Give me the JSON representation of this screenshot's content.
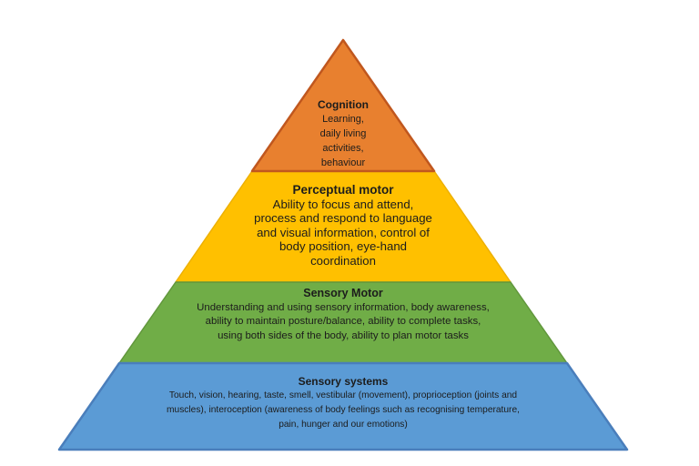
{
  "diagram": {
    "type": "pyramid",
    "background_color": "#ffffff",
    "text_color": "#1c1c1c",
    "levels": [
      {
        "id": "cognition",
        "title": "Cognition",
        "description": "Learning,\ndaily living\nactivities,\nbehaviour",
        "fill": "#E8802F",
        "stroke": "#C0571E"
      },
      {
        "id": "perceptual-motor",
        "title": "Perceptual motor",
        "description": "Ability to focus and attend,\nprocess and respond to language\nand visual information, control of\nbody position, eye-hand\ncoordination",
        "fill": "#FFC000",
        "stroke": "#EDB000"
      },
      {
        "id": "sensory-motor",
        "title": "Sensory Motor",
        "description": "Understanding and using sensory information, body awareness,\nability to maintain posture/balance, ability to complete tasks,\nusing both sides of the body, ability to plan motor tasks",
        "fill": "#70AD47",
        "stroke": "#61973C"
      },
      {
        "id": "sensory-systems",
        "title": "Sensory systems",
        "description": "Touch, vision, hearing, taste, smell, vestibular (movement), proprioception (joints and\nmuscles), interoception (awareness of body feelings such as recognising temperature,\npain, hunger and our emotions)",
        "fill": "#5B9BD5",
        "stroke": "#4A7EBB"
      }
    ]
  }
}
